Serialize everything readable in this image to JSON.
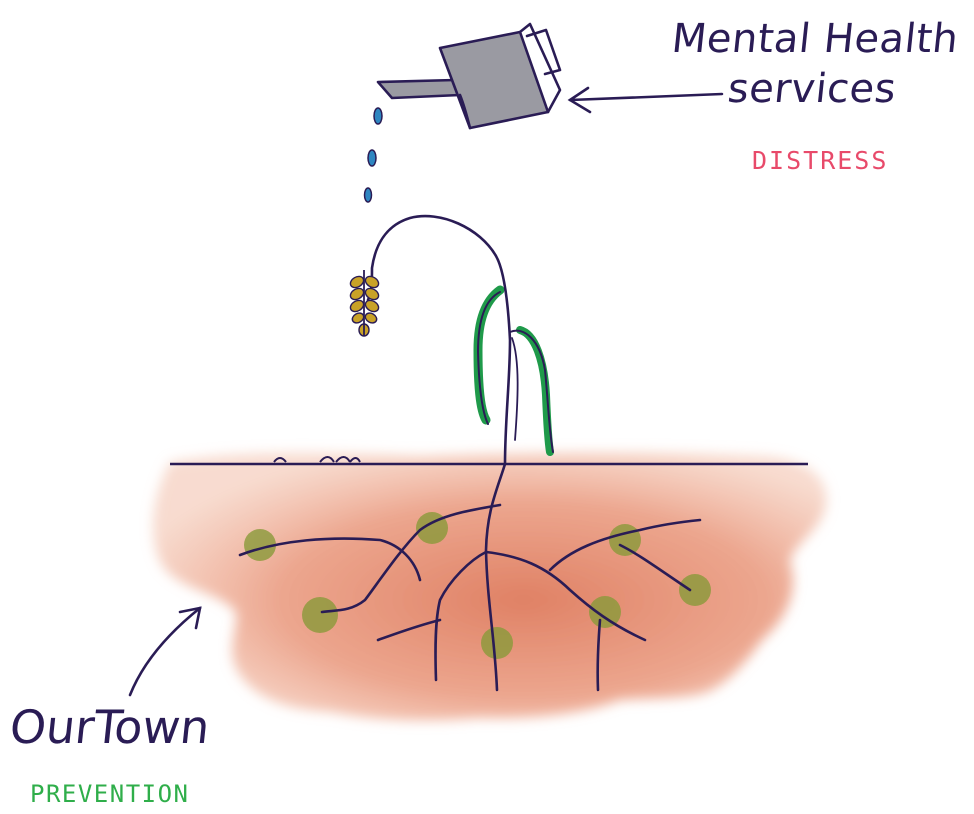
{
  "labels": {
    "services_line1": "Mental Health",
    "services_line2": "services",
    "services_tag": "DISTRESS",
    "community_name": "OurTown",
    "community_tag": "PREVENTION"
  },
  "icons": {
    "watering_can": "watering-can-icon",
    "wilted_plant": "wilted-wheat-plant",
    "roots": "root-network"
  },
  "colors": {
    "ink": "#2a1c55",
    "distress": "#e84a6a",
    "prevention": "#2fae4a",
    "soil": "#e58c6e",
    "nodes": "#8a9a3a",
    "leaf": "#1f9a4a",
    "can": "#9a9aa2",
    "water": "#2e86c1",
    "wheat": "#c9a227"
  }
}
